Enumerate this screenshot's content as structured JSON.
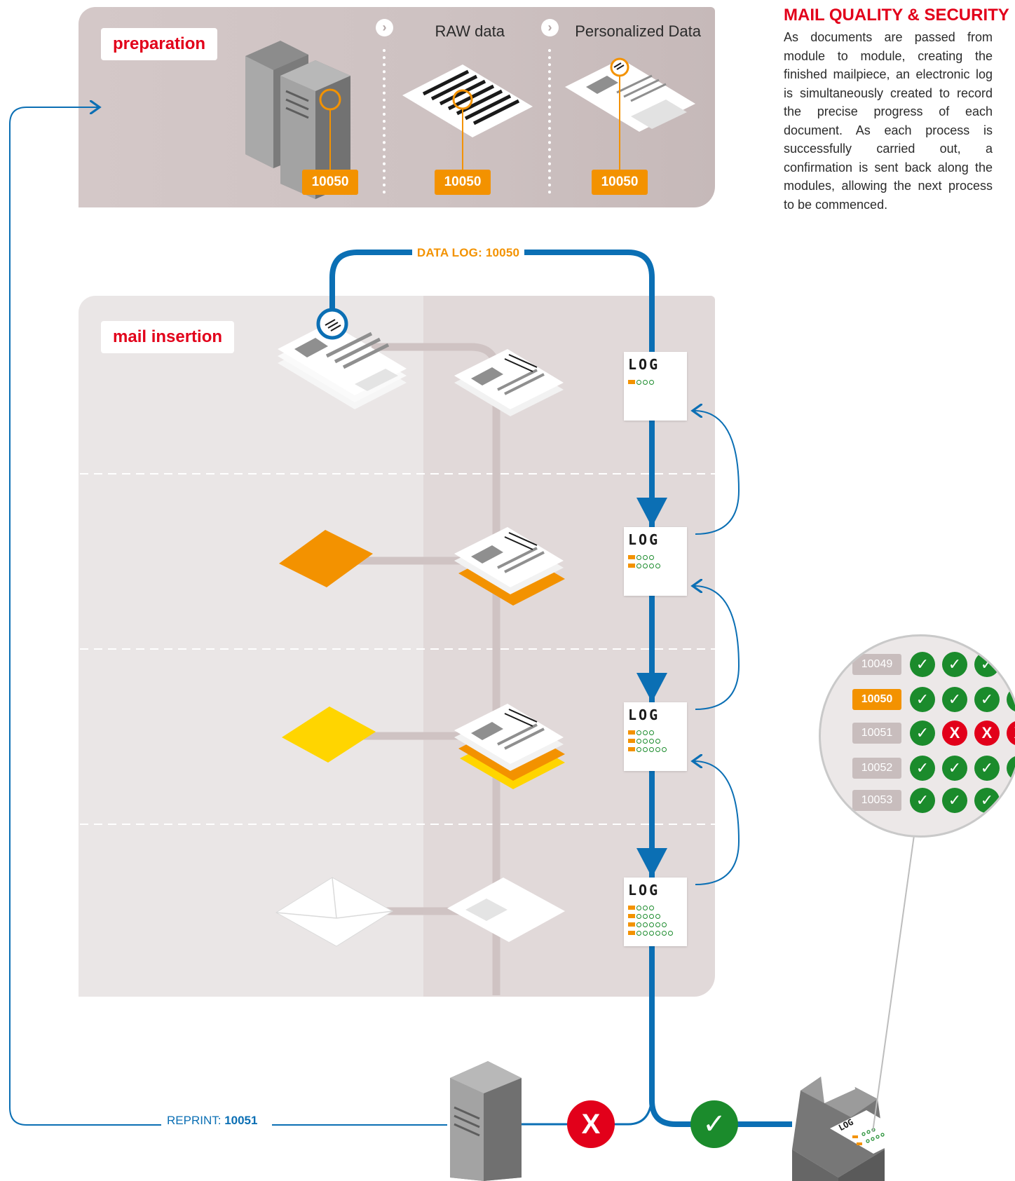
{
  "colors": {
    "accent_red": "#e2001a",
    "orange": "#f39200",
    "blue_flow": "#0b6fb4",
    "green_ok": "#1b8b2c",
    "panel_grey": "#cec2c2"
  },
  "preparation": {
    "label": "preparation",
    "steps": [
      {
        "label": "RAW data"
      },
      {
        "label": "Personalized Data"
      }
    ],
    "badges": [
      "10050",
      "10050",
      "10050"
    ]
  },
  "mail_insertion": {
    "label": "mail insertion"
  },
  "data_log": {
    "prefix": "DATA LOG: ",
    "id": "10050"
  },
  "reprint": {
    "prefix": "REPRINT: ",
    "id": "10051"
  },
  "log_cards": [
    {
      "title": "LOG",
      "rows": [
        3
      ]
    },
    {
      "title": "LOG",
      "rows": [
        3,
        4
      ]
    },
    {
      "title": "LOG",
      "rows": [
        3,
        4,
        5
      ]
    },
    {
      "title": "LOG",
      "rows": [
        3,
        4,
        5,
        6
      ]
    }
  ],
  "info": {
    "title": "MAIL QUALITY & SECURITY",
    "text": "As documents are passed from module to module, creating the finished mailpiece, an electronic log is simultaneously created to record the precise progress of each document. As each process is successfully carried out, a confirmation is sent back along the modules, allowing the next process to be commenced."
  },
  "lens": {
    "rows": [
      {
        "id": "10049",
        "highlight": false,
        "marks": [
          "ok",
          "ok",
          "ok"
        ]
      },
      {
        "id": "10050",
        "highlight": true,
        "marks": [
          "ok",
          "ok",
          "ok",
          "ok"
        ]
      },
      {
        "id": "10051",
        "highlight": false,
        "marks": [
          "ok",
          "bad",
          "bad",
          "bad"
        ]
      },
      {
        "id": "10052",
        "highlight": false,
        "marks": [
          "ok",
          "ok",
          "ok",
          "ok"
        ]
      },
      {
        "id": "10053",
        "highlight": false,
        "marks": [
          "ok",
          "ok",
          "ok"
        ]
      }
    ]
  },
  "status": {
    "fail_mark": "X",
    "ok_mark": "✓"
  },
  "printer_log": {
    "title": "LOG"
  }
}
